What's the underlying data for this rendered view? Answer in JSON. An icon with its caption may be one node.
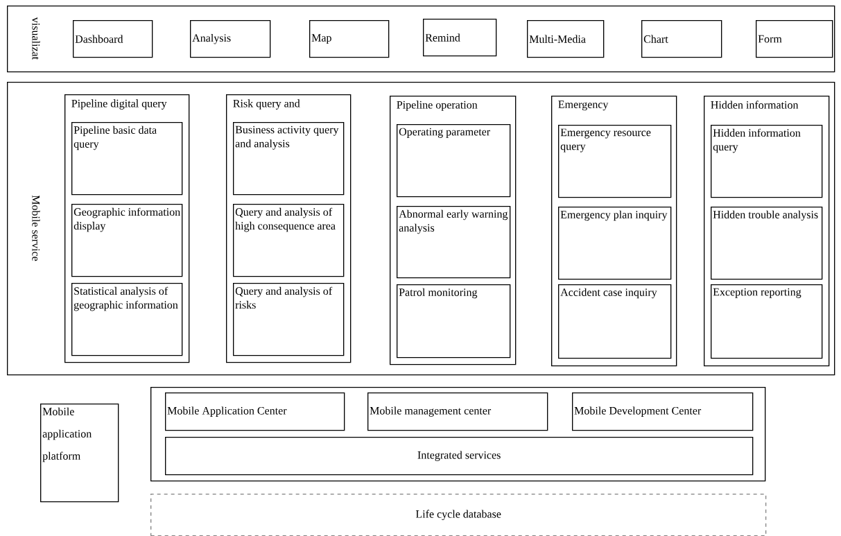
{
  "diagram": {
    "nodes": [
      {
        "text": [
          "visualizat"
        ]
      },
      {
        "text": [
          "Dashboard"
        ],
        "in": 0
      },
      {
        "text": [
          "Analysis"
        ],
        "in": 0
      },
      {
        "text": [
          "Map"
        ],
        "in": 0
      },
      {
        "text": [
          "Remind"
        ],
        "in": 0
      },
      {
        "text": [
          "Multi-Media"
        ],
        "in": 0
      },
      {
        "text": [
          "Chart"
        ],
        "in": 0
      },
      {
        "text": [
          "Form"
        ],
        "in": 0
      },
      {
        "text": [
          "Mobile service"
        ]
      },
      {
        "text": [
          "Pipeline digital query"
        ],
        "in": 8
      },
      {
        "text": [
          "Pipeline basic data query"
        ],
        "in": 9
      },
      {
        "text": [
          "Geographic information display"
        ],
        "in": 9
      },
      {
        "text": [
          "Statistical analysis of geographic information"
        ],
        "in": 9
      },
      {
        "text": [
          "Risk query and"
        ],
        "in": 8
      },
      {
        "text": [
          "Business activity query and analysis"
        ],
        "in": 13
      },
      {
        "text": [
          "Query and analysis of high consequence area"
        ],
        "in": 13
      },
      {
        "text": [
          "Query and analysis of risks"
        ],
        "in": 13
      },
      {
        "text": [
          "Pipeline operation"
        ],
        "in": 8
      },
      {
        "text": [
          "Operating parameter"
        ],
        "in": 17
      },
      {
        "text": [
          "Abnormal early warning analysis"
        ],
        "in": 17
      },
      {
        "text": [
          "Patrol monitoring"
        ],
        "in": 17
      },
      {
        "text": [
          "Emergency"
        ],
        "in": 8
      },
      {
        "text": [
          "Emergency resource query"
        ],
        "in": 21
      },
      {
        "text": [
          "Emergency plan inquiry"
        ],
        "in": 21
      },
      {
        "text": [
          "Accident case inquiry"
        ],
        "in": 21
      },
      {
        "text": [
          "Hidden information"
        ],
        "in": 8
      },
      {
        "text": [
          "Hidden information query"
        ],
        "in": 25
      },
      {
        "text": [
          "Hidden trouble analysis"
        ],
        "in": 25
      },
      {
        "text": [
          "Exception reporting"
        ],
        "in": 25
      },
      {
        "text": [
          "Mobile application platform"
        ]
      },
      {
        "text": [],
        "shape": "box"
      },
      {
        "text": [
          "Mobile Application Center"
        ],
        "in": 30
      },
      {
        "text": [
          "Mobile management center"
        ],
        "in": 30
      },
      {
        "text": [
          "Mobile Development Center"
        ],
        "in": 30
      },
      {
        "text": [
          "Integrated services"
        ],
        "in": 30
      },
      {
        "text": [
          "Life cycle database"
        ]
      }
    ]
  }
}
